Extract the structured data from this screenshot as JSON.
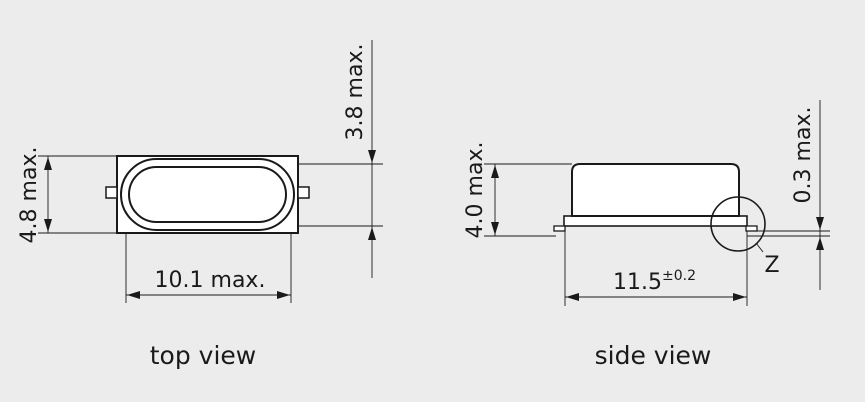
{
  "top_view": {
    "caption": "top view",
    "width_label": "10.1 max.",
    "height_label": "4.8 max.",
    "depth_label": "3.8 max."
  },
  "side_view": {
    "caption": "side view",
    "length_label": "11.5",
    "length_tolerance": "±0.2",
    "height_label": "4.0 max.",
    "lead_label": "0.3 max.",
    "detail_label": "Z"
  }
}
